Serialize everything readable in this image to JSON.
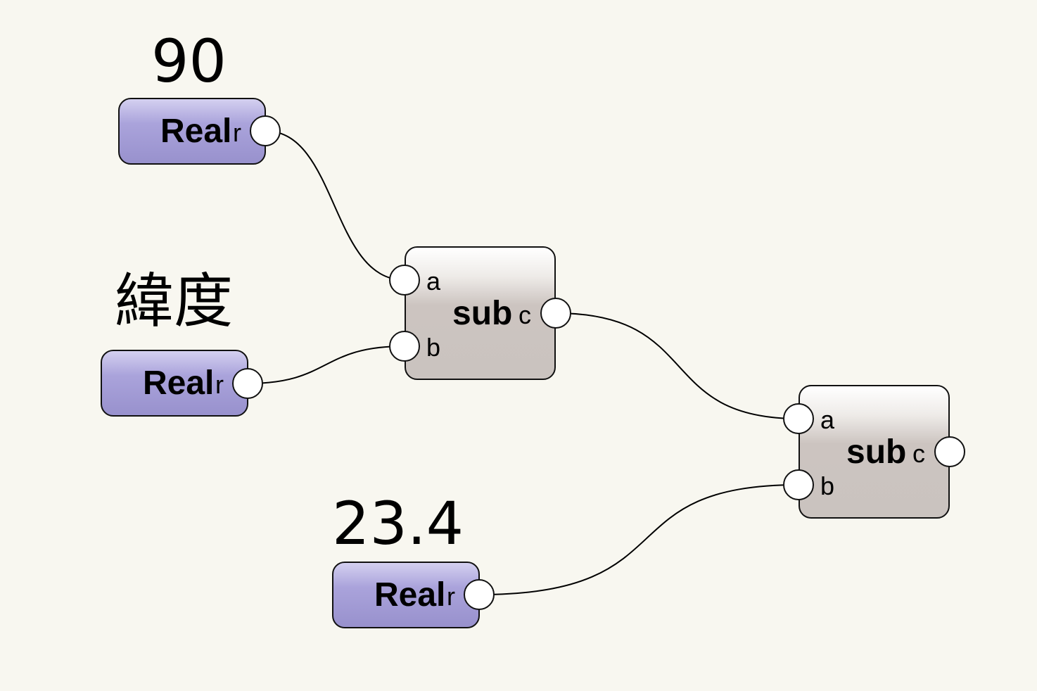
{
  "labels": {
    "top_value": "90",
    "latitude": "緯度",
    "bottom_value": "23.4"
  },
  "real_nodes": [
    {
      "title": "Real",
      "output_port": "r"
    },
    {
      "title": "Real",
      "output_port": "r"
    },
    {
      "title": "Real",
      "output_port": "r"
    }
  ],
  "sub_nodes": [
    {
      "title": "sub",
      "input_a": "a",
      "input_b": "b",
      "output_port": "c"
    },
    {
      "title": "sub",
      "input_a": "a",
      "input_b": "b",
      "output_port": "c"
    }
  ],
  "connections": [
    {
      "from": "real-1.r",
      "to": "sub-1.a"
    },
    {
      "from": "real-2.r",
      "to": "sub-1.b"
    },
    {
      "from": "sub-1.c",
      "to": "sub-2.a"
    },
    {
      "from": "real-3.r",
      "to": "sub-2.b"
    }
  ],
  "colors": {
    "background": "#f8f7f0",
    "real_node_fill": "#9891cd",
    "sub_node_fill": "#cac3bf",
    "wire": "#000000",
    "port_fill": "#ffffff"
  }
}
